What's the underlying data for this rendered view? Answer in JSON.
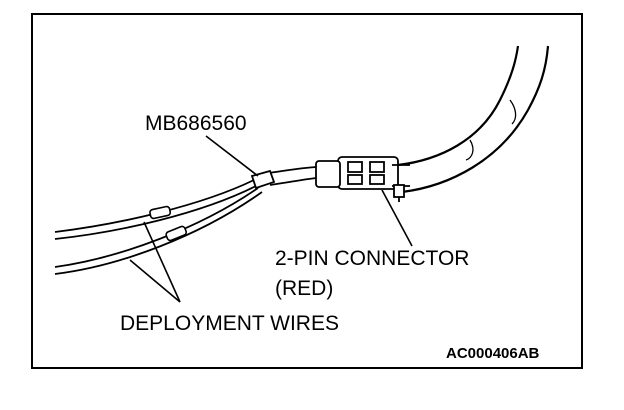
{
  "figure": {
    "tool_label": "MB686560",
    "connector_label_line1": "2-PIN CONNECTOR",
    "connector_label_line2": "(RED)",
    "wires_label": "DEPLOYMENT WIRES",
    "figure_code": "AC000406AB"
  },
  "colors": {
    "ink": "#000000",
    "background": "#ffffff"
  }
}
